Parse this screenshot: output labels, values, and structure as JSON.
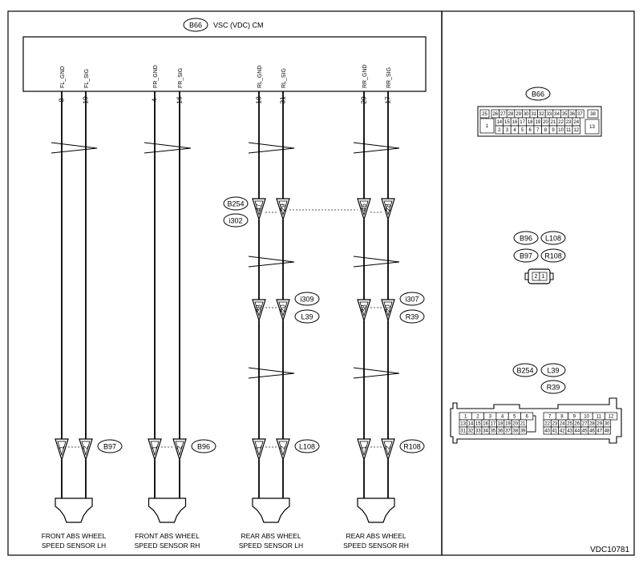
{
  "figure_id": "VDC10781",
  "module": {
    "connector": "B66",
    "title": "VSC (VDC) CM"
  },
  "circuits": [
    {
      "pins": [
        {
          "signal": "FL_GND",
          "pin": "8"
        },
        {
          "signal": "FL_SIG",
          "pin": "19"
        }
      ],
      "sensor_pins": [
        "1",
        "2"
      ],
      "sensor_connector": "B97",
      "sensor_label": [
        "FRONT ABS WHEEL",
        "SPEED SENSOR LH"
      ],
      "joint": null
    },
    {
      "pins": [
        {
          "signal": "FR_GND",
          "pin": "4"
        },
        {
          "signal": "FR_SIG",
          "pin": "16"
        }
      ],
      "sensor_pins": [
        "1",
        "2"
      ],
      "sensor_connector": "B96",
      "sensor_label": [
        "FRONT ABS WHEEL",
        "SPEED SENSOR RH"
      ],
      "joint": null
    },
    {
      "pins": [
        {
          "signal": "RL_GND",
          "pin": "18"
        },
        {
          "signal": "RL_SIG",
          "pin": "31"
        }
      ],
      "sensor_pins": [
        "1",
        "2"
      ],
      "sensor_connector": "L108",
      "sensor_label": [
        "REAR ABS WHEEL",
        "SPEED SENSOR LH"
      ],
      "joint": {
        "upper_pins": [
          "47",
          "29"
        ],
        "upper_connectors": [
          "B254",
          "i302"
        ],
        "lower_pins": [
          "38",
          "20"
        ],
        "lower_connectors": [
          "i309",
          "L39"
        ]
      }
    },
    {
      "pins": [
        {
          "signal": "RR_GND",
          "pin": "29"
        },
        {
          "signal": "RR_SIG",
          "pin": "17"
        }
      ],
      "sensor_pins": [
        "1",
        "2"
      ],
      "sensor_connector": "R108",
      "sensor_label": [
        "REAR ABS WHEEL",
        "SPEED SENSOR RH"
      ],
      "joint": {
        "upper_pins": [
          "46",
          "28"
        ],
        "upper_connectors": [],
        "lower_pins": [
          "38",
          "20"
        ],
        "lower_connectors": [
          "i307",
          "R39"
        ]
      }
    }
  ],
  "connector_views": {
    "b66": {
      "label": "B66",
      "top_row": [
        "26",
        "27",
        "28",
        "29",
        "30",
        "31",
        "32",
        "33",
        "34",
        "35",
        "36",
        "37"
      ],
      "mid_row": [
        "14",
        "15",
        "16",
        "17",
        "18",
        "19",
        "20",
        "21",
        "22",
        "23",
        "24"
      ],
      "bot_row": [
        "2",
        "3",
        "4",
        "5",
        "6",
        "7",
        "8",
        "9",
        "10",
        "11",
        "12"
      ],
      "left_top": "25",
      "left_big": "1",
      "right_top": "38",
      "right_big": "13"
    },
    "sensor": {
      "labels": [
        "B96",
        "L108",
        "B97",
        "R108"
      ],
      "pins": [
        "2",
        "1"
      ]
    },
    "b254": {
      "labels": [
        "B254",
        "L39",
        "R39"
      ],
      "left_row1": [
        "1",
        "2",
        "3",
        "4",
        "5",
        "6"
      ],
      "left_row2": [
        "13",
        "14",
        "15",
        "16",
        "17",
        "18",
        "19",
        "20",
        "21"
      ],
      "left_row3": [
        "31",
        "32",
        "33",
        "34",
        "35",
        "36",
        "37",
        "38",
        "39"
      ],
      "right_row1": [
        "7",
        "8",
        "9",
        "10",
        "11",
        "12"
      ],
      "right_row2": [
        "22",
        "23",
        "24",
        "25",
        "26",
        "27",
        "28",
        "29",
        "30"
      ],
      "right_row3": [
        "40",
        "41",
        "42",
        "43",
        "44",
        "45",
        "46",
        "47",
        "48"
      ]
    }
  },
  "colors": {
    "line": "#000000",
    "dash": "#555555",
    "paper": "#ffffff"
  }
}
